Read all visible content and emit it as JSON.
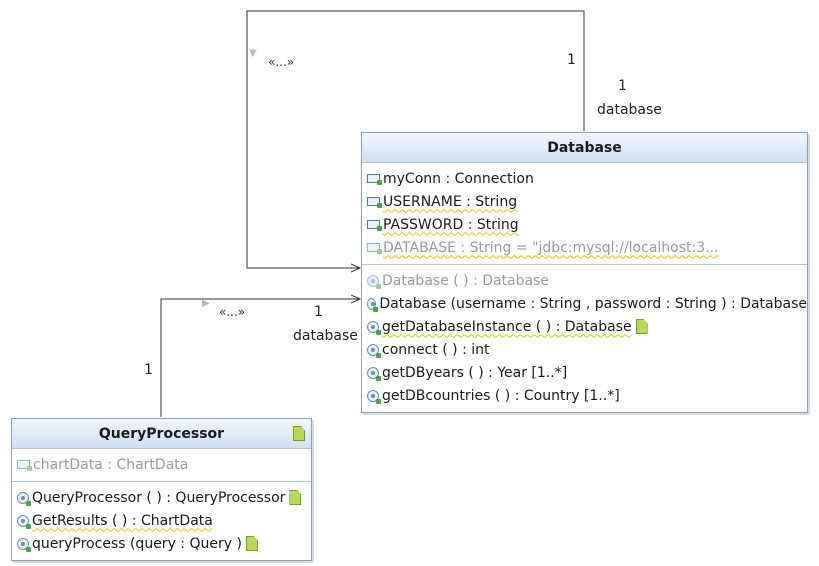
{
  "associations": {
    "self": {
      "stereotype": "«...»",
      "source_mult": "1",
      "target_mult": "1",
      "role": "database"
    },
    "qp_to_db": {
      "stereotype": "«...»",
      "source_mult": "1",
      "target_mult": "1",
      "role": "database"
    }
  },
  "database_class": {
    "name": "Database",
    "attributes": [
      {
        "text": "myConn : Connection"
      },
      {
        "text": "USERNAME : String"
      },
      {
        "text": "PASSWORD : String"
      },
      {
        "text": "DATABASE : String = \"jdbc:mysql://localhost:3..."
      }
    ],
    "operations": [
      {
        "text": "Database ( ) : Database"
      },
      {
        "text": "Database (username : String , password : String ) : Database"
      },
      {
        "text": "getDatabaseInstance ( ) : Database"
      },
      {
        "text": "connect ( ) : int"
      },
      {
        "text": "getDByears ( ) : Year [1..*]"
      },
      {
        "text": "getDBcountries ( ) : Country [1..*]"
      }
    ]
  },
  "queryprocessor_class": {
    "name": "QueryProcessor",
    "attributes": [
      {
        "text": "chartData : ChartData"
      }
    ],
    "operations": [
      {
        "text": "QueryProcessor ( ) : QueryProcessor"
      },
      {
        "text": "GetResults ( ) : ChartData"
      },
      {
        "text": "queryProcess (query : Query )"
      }
    ]
  },
  "icons": {
    "field": "field-icon",
    "method": "method-icon",
    "note": "note-icon"
  },
  "colors": {
    "header_gradient_top": "#f3f7fd",
    "header_gradient_bottom": "#cfdff6",
    "border": "#8ea0b4",
    "note_icon": "#b8d95a",
    "warning_underline": "#e6c200"
  }
}
